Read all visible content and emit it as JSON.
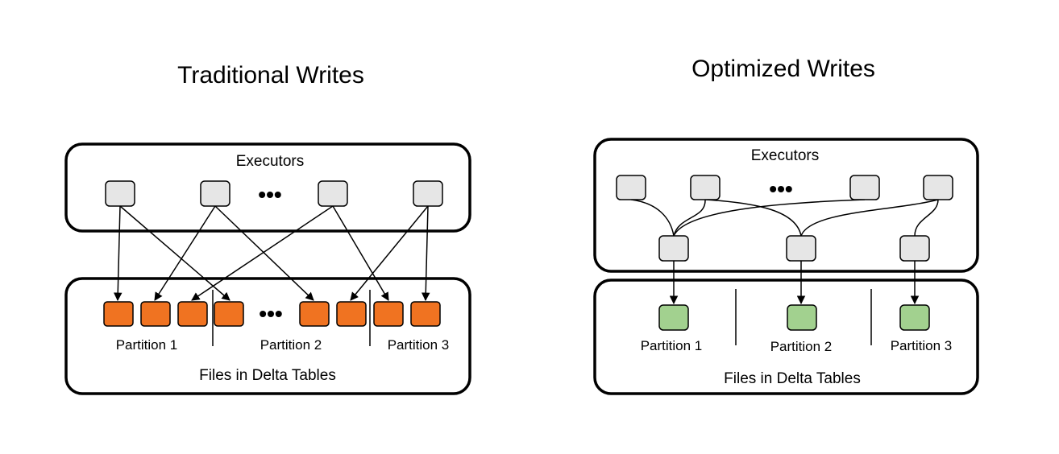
{
  "traditional": {
    "title": "Traditional Writes",
    "executors_label": "Executors",
    "files_label": "Files in Delta Tables",
    "ellipsis_executors": "•••",
    "ellipsis_files": "•••",
    "partitions": [
      "Partition 1",
      "Partition 2",
      "Partition 3"
    ]
  },
  "optimized": {
    "title": "Optimized Writes",
    "executors_label": "Executors",
    "files_label": "Files in Delta Tables",
    "ellipsis_executors": "•••",
    "partitions": [
      "Partition 1",
      "Partition 2",
      "Partition 3"
    ]
  },
  "colors": {
    "executor_fill": "#e6e6e6",
    "traditional_file_fill": "#f07321",
    "optimized_file_fill": "#a2d18f"
  }
}
